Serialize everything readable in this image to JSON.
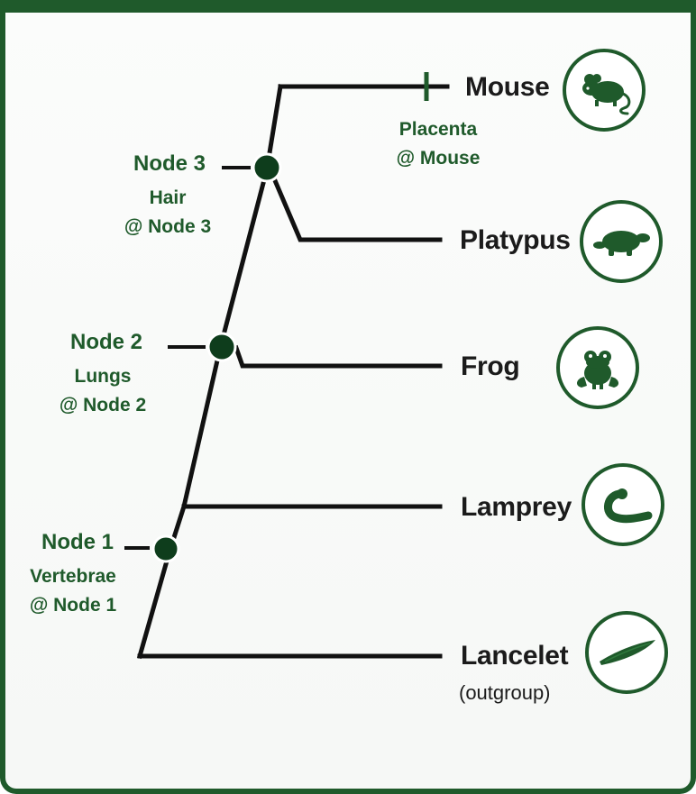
{
  "title": "",
  "colors": {
    "accent": "#1f5a2b",
    "line": "#111111",
    "text": "#1b1b1b",
    "background": "#f8faf8"
  },
  "taxa": {
    "mouse": {
      "label": "Mouse",
      "icon": "mouse-icon"
    },
    "platypus": {
      "label": "Platypus",
      "icon": "platypus-icon"
    },
    "frog": {
      "label": "Frog",
      "icon": "frog-icon"
    },
    "lamprey": {
      "label": "Lamprey",
      "icon": "lamprey-icon"
    },
    "lancelet": {
      "label": "Lancelet",
      "sublabel": "(outgroup)",
      "icon": "lancelet-icon"
    }
  },
  "nodes": {
    "node1": {
      "name": "Node 1",
      "trait": "Vertebrae",
      "trait_at": "@ Node 1"
    },
    "node2": {
      "name": "Node 2",
      "trait": "Lungs",
      "trait_at": "@ Node 2"
    },
    "node3": {
      "name": "Node 3",
      "trait": "Hair",
      "trait_at": "@ Node 3"
    }
  },
  "mouse_trait": {
    "trait": "Placenta",
    "trait_at": "@ Mouse"
  }
}
